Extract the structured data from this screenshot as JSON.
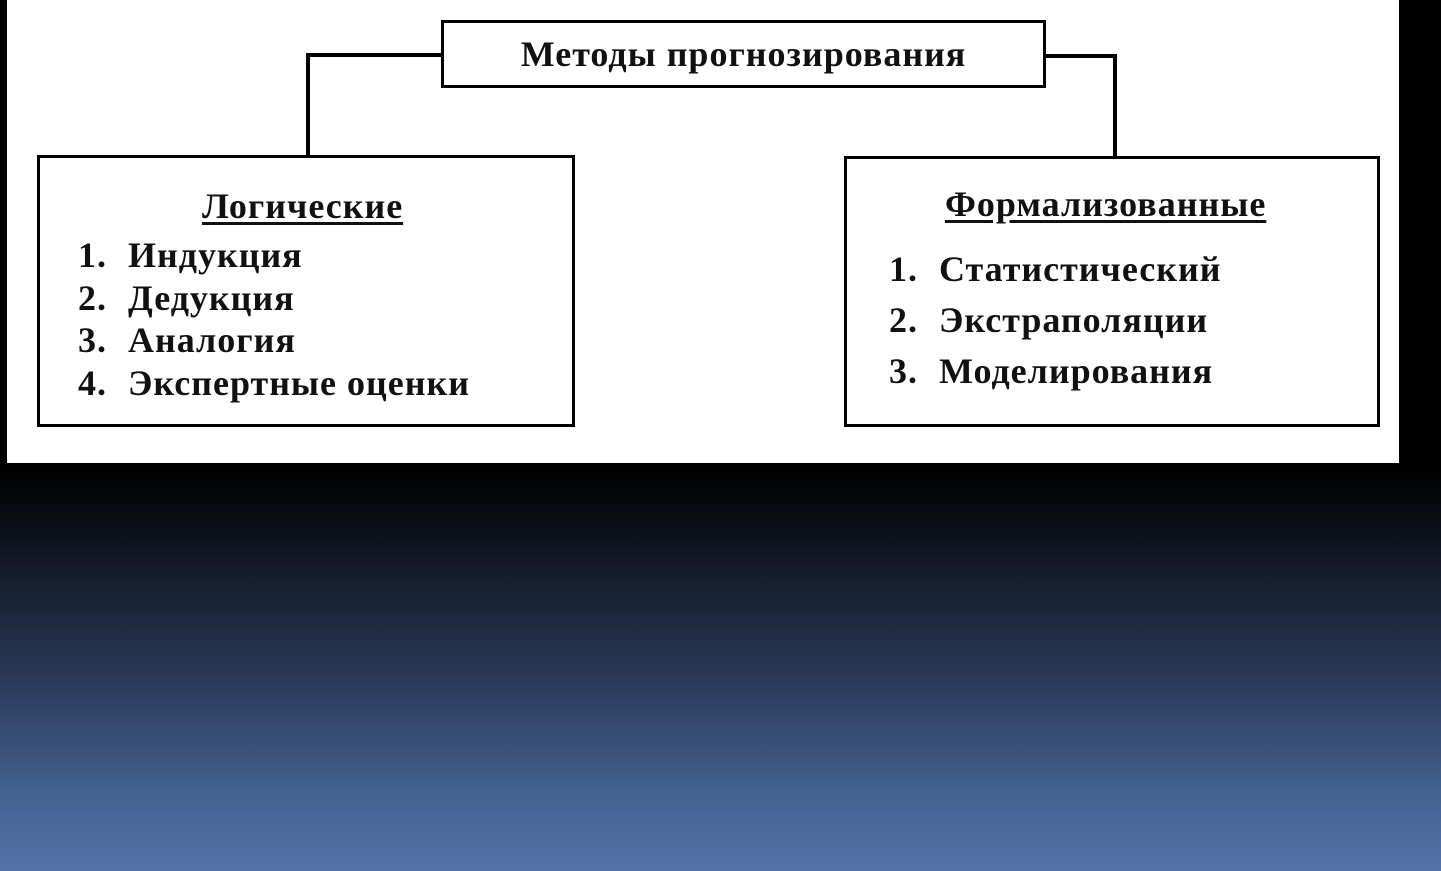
{
  "diagram": {
    "root": {
      "label": "Методы прогнозирования"
    },
    "branches": [
      {
        "title": "Логические",
        "items": [
          {
            "num": "1.",
            "label": "Индукция"
          },
          {
            "num": "2.",
            "label": "Дедукция"
          },
          {
            "num": "3.",
            "label": "Аналогия"
          },
          {
            "num": "4.",
            "label": "Экспертные оценки"
          }
        ]
      },
      {
        "title": "Формализованные",
        "items": [
          {
            "num": "1.",
            "label": "Статистический"
          },
          {
            "num": "2.",
            "label": "Экстраполяции"
          },
          {
            "num": "3.",
            "label": "Моделирования"
          }
        ]
      }
    ]
  },
  "colors": {
    "line": "#000000",
    "panel": "#ffffff",
    "background_top": "#000000",
    "background_bottom": "#5572a8"
  }
}
